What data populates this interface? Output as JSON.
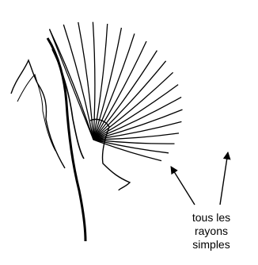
{
  "annotation": {
    "lines": [
      "tous les",
      "rayons",
      "simples"
    ]
  },
  "colors": {
    "ink": "#000000",
    "background": "#ffffff",
    "stipple": "#555555"
  }
}
